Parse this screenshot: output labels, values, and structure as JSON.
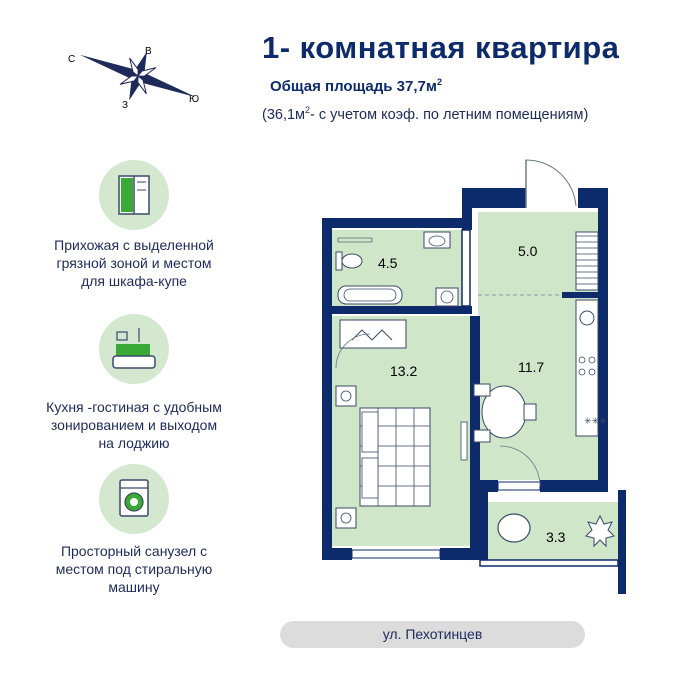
{
  "header": {
    "title": "1- комнатная  квартира",
    "total_area_label": "Общая площадь  37,7м",
    "total_area_sup": "2",
    "summer_note_prefix": "(36,1м",
    "summer_note_sup": "2",
    "summer_note_suffix": "- с учетом коэф. по летним помещениям)"
  },
  "compass": {
    "north": "В",
    "west": "С",
    "east": "Ю",
    "south": "З"
  },
  "features": [
    {
      "icon": "wardrobe-icon",
      "text_lines": [
        "Прихожая с выделенной",
        "грязной зоной  и местом",
        "для шкафа-купе"
      ]
    },
    {
      "icon": "kitchen-living-icon",
      "text_lines": [
        "Кухня -гостиная с удобным",
        "зонированием и выходом",
        "на лоджию"
      ]
    },
    {
      "icon": "washing-machine-icon",
      "text_lines": [
        "Просторный санузел с",
        "местом под стиральную",
        "машину"
      ]
    }
  ],
  "rooms": {
    "bathroom": "4.5",
    "hallway": "5.0",
    "bedroom": "13.2",
    "kitchen_living": "11.7",
    "loggia": "3.3"
  },
  "street": "ул. Пехотинцев",
  "colors": {
    "wall": "#0d2a6b",
    "floor": "#cfe6c9",
    "accent_green": "#3aa935",
    "icon_bg": "#d3e8cf",
    "street_bar": "#dcdcdc"
  }
}
